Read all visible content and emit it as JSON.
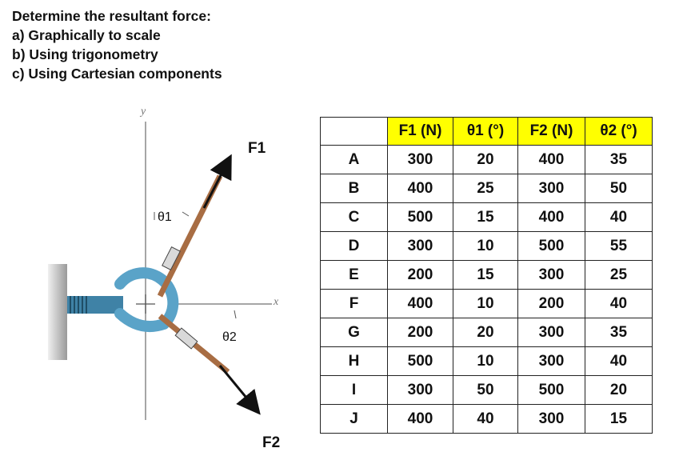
{
  "prompt": {
    "title": "Determine the resultant force:",
    "items": [
      "a)  Graphically to scale",
      "b)  Using trigonometry",
      "c)  Using Cartesian components"
    ]
  },
  "figure": {
    "force1_label": "F1",
    "force2_label": "F2",
    "angle1_label": "θ1",
    "angle2_label": "θ2",
    "y_axis_label": "y",
    "x_axis_label": "x"
  },
  "table": {
    "headers": [
      "",
      "F1 (N)",
      "θ1 (°)",
      "F2 (N)",
      "θ2 (°)"
    ],
    "rows": [
      [
        "A",
        "300",
        "20",
        "400",
        "35"
      ],
      [
        "B",
        "400",
        "25",
        "300",
        "50"
      ],
      [
        "C",
        "500",
        "15",
        "400",
        "40"
      ],
      [
        "D",
        "300",
        "10",
        "500",
        "55"
      ],
      [
        "E",
        "200",
        "15",
        "300",
        "25"
      ],
      [
        "F",
        "400",
        "10",
        "200",
        "40"
      ],
      [
        "G",
        "200",
        "20",
        "300",
        "35"
      ],
      [
        "H",
        "500",
        "10",
        "300",
        "40"
      ],
      [
        "I",
        "300",
        "50",
        "500",
        "20"
      ],
      [
        "J",
        "400",
        "40",
        "300",
        "15"
      ]
    ],
    "header_color": "#ffff00"
  }
}
